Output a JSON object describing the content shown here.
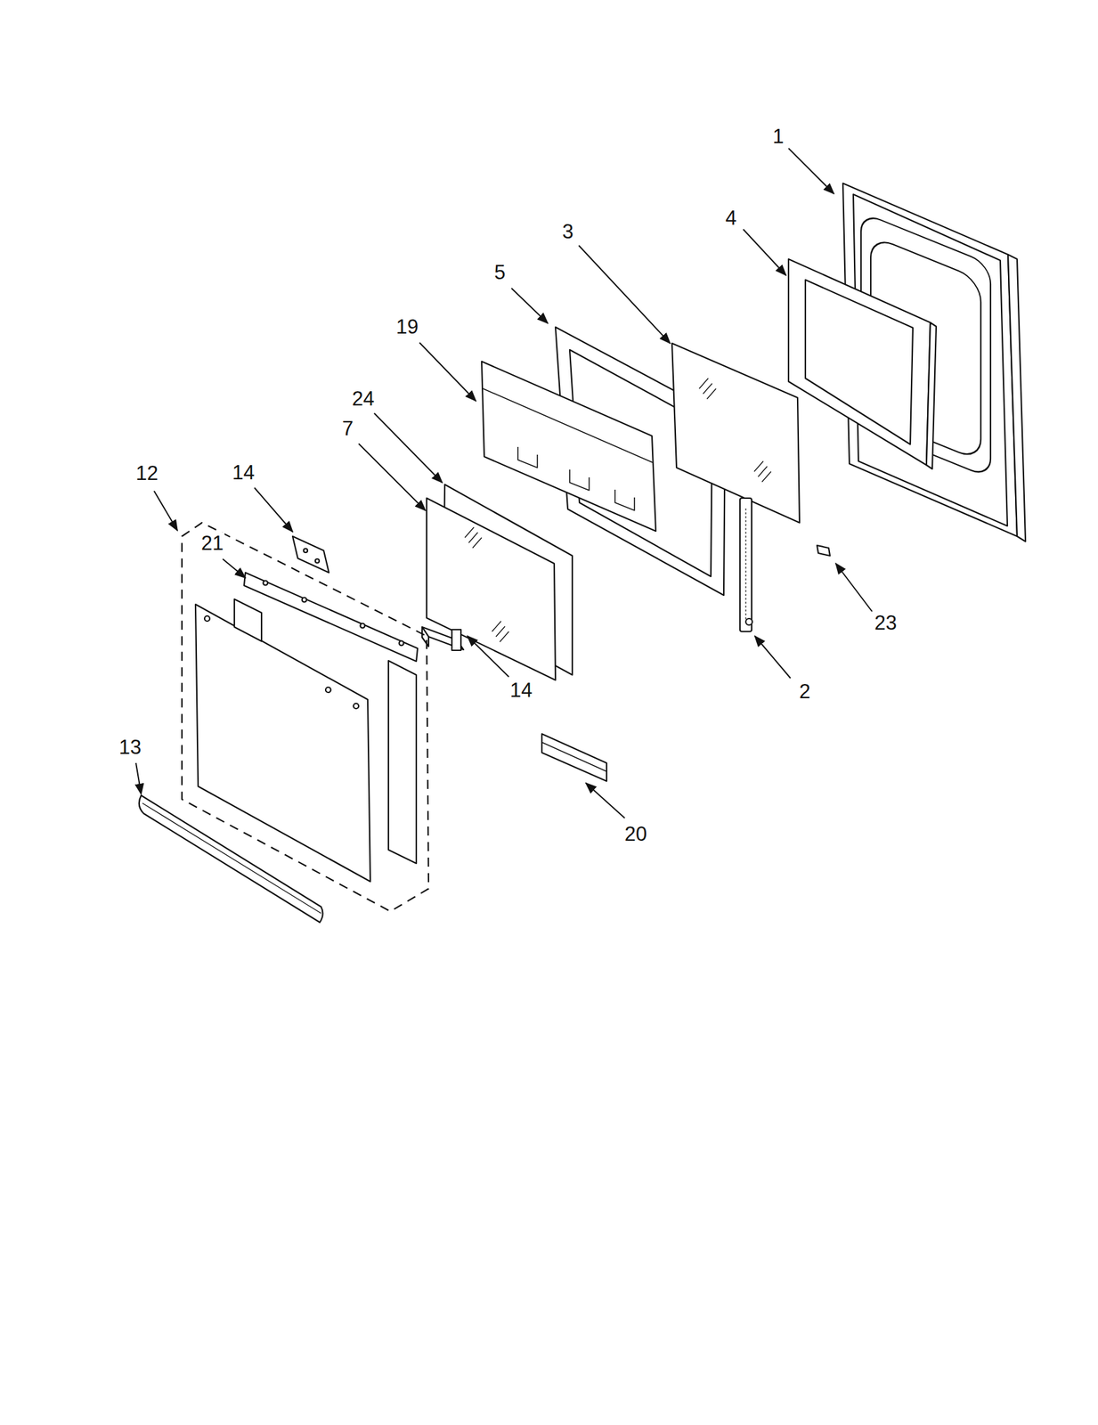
{
  "diagram": {
    "labels": [
      "1",
      "4",
      "3",
      "5",
      "19",
      "24",
      "7",
      "12",
      "14",
      "21",
      "23",
      "14",
      "2",
      "13",
      "20"
    ]
  }
}
